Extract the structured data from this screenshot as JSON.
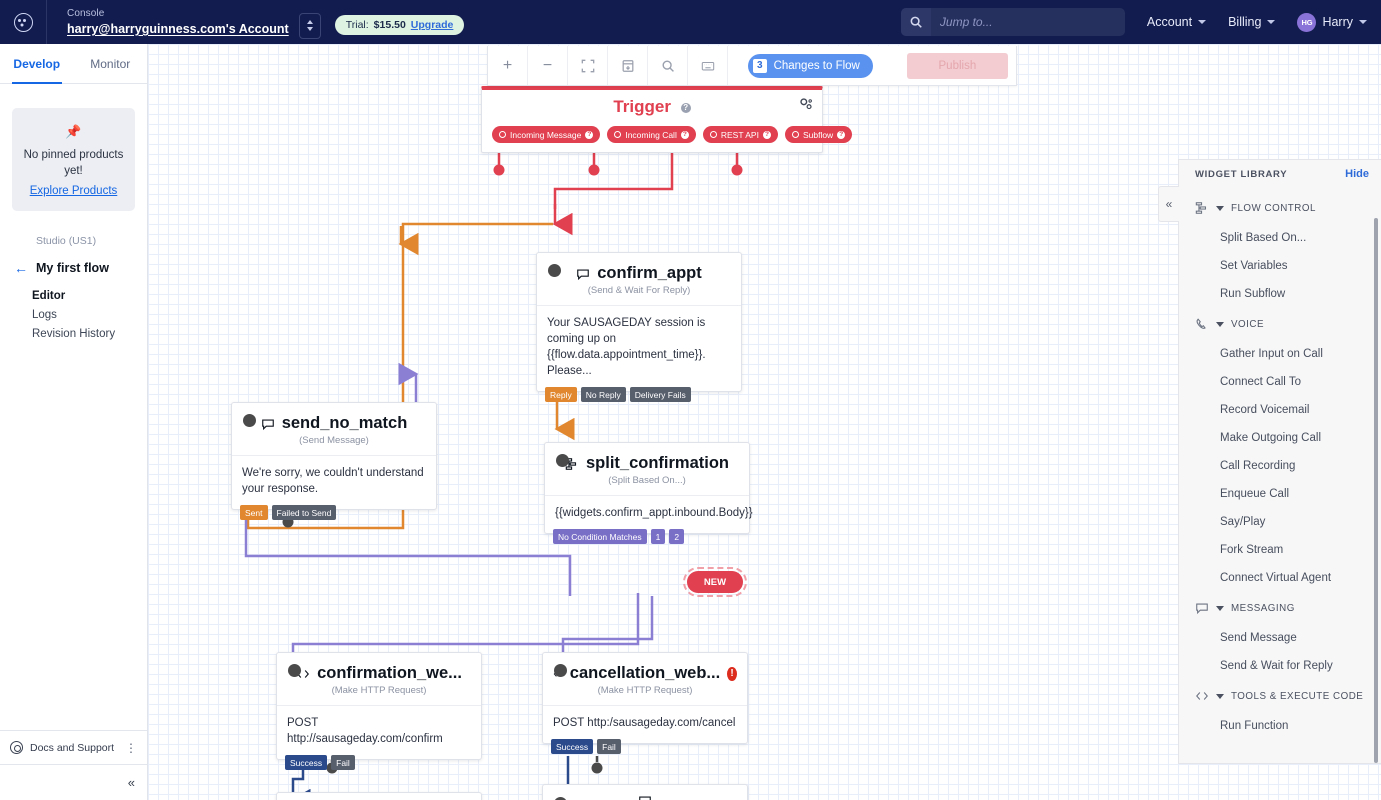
{
  "topbar": {
    "grid_icon": "app-grid-icon",
    "console_label": "Console",
    "account_name": "harry@harryguinness.com's Account",
    "trial_label": "Trial:",
    "trial_amount": "$15.50",
    "upgrade_label": "Upgrade",
    "search_placeholder": "Jump to...",
    "search_value": "",
    "menu_account": "Account",
    "menu_billing": "Billing",
    "user_initials": "HG",
    "user_name": "Harry"
  },
  "sidebar": {
    "tabs": [
      {
        "label": "Develop",
        "active": true
      },
      {
        "label": "Monitor",
        "active": false
      }
    ],
    "pinned": {
      "icon": "pin-icon",
      "text": "No pinned products yet!",
      "link": "Explore Products"
    },
    "product_label": "Studio (US1)",
    "flow_name": "My first flow",
    "links": [
      {
        "label": "Editor",
        "active": true
      },
      {
        "label": "Logs",
        "active": false
      },
      {
        "label": "Revision History",
        "active": false
      }
    ],
    "docs_label": "Docs and Support",
    "docs_menu_icon": "kebab-menu-icon",
    "collapse_icon": "chevron-double-left-icon"
  },
  "canvas_toolbar": {
    "buttons": [
      {
        "name": "zoom-in-button",
        "glyph": "+"
      },
      {
        "name": "zoom-out-button",
        "glyph": "−"
      },
      {
        "name": "fit-to-screen-button",
        "glyph": "fit"
      },
      {
        "name": "archive-button",
        "glyph": "archive"
      },
      {
        "name": "search-button",
        "glyph": "search"
      },
      {
        "name": "keyboard-shortcuts-button",
        "glyph": "keyboard"
      }
    ],
    "changes_count": "3",
    "changes_label": "Changes to Flow",
    "publish_label": "Publish"
  },
  "flow": {
    "trigger": {
      "title": "Trigger",
      "gear_icon": "gear-icon",
      "ports": [
        {
          "label": "Incoming Message"
        },
        {
          "label": "Incoming Call"
        },
        {
          "label": "REST API"
        },
        {
          "label": "Subflow"
        }
      ]
    },
    "nodes": [
      {
        "id": "confirm_appt",
        "icon": "message-icon",
        "title": "confirm_appt",
        "subtitle": "(Send & Wait For Reply)",
        "body": "Your SAUSAGEDAY session is coming up on {{flow.data.appointment_time}}. Please...",
        "ports": [
          {
            "label": "Reply",
            "color": "orange"
          },
          {
            "label": "No Reply",
            "color": "gray"
          },
          {
            "label": "Delivery Fails",
            "color": "gray"
          }
        ]
      },
      {
        "id": "send_no_match",
        "icon": "message-icon",
        "title": "send_no_match",
        "subtitle": "(Send Message)",
        "body": "We're sorry, we couldn't understand your response.",
        "ports": [
          {
            "label": "Sent",
            "color": "orange"
          },
          {
            "label": "Failed to Send",
            "color": "gray"
          }
        ]
      },
      {
        "id": "split_confirmation",
        "icon": "split-icon",
        "title": "split_confirmation",
        "subtitle": "(Split Based On...)",
        "body": "{{widgets.confirm_appt.inbound.Body}}",
        "ports": [
          {
            "label": "No Condition Matches",
            "color": "purple"
          },
          {
            "label": "1",
            "color": "purple"
          },
          {
            "label": "2",
            "color": "purple"
          }
        ],
        "new_pill": "NEW"
      },
      {
        "id": "confirmation_webhook",
        "icon": "code-icon",
        "title": "confirmation_we...",
        "subtitle": "(Make HTTP Request)",
        "body": "POST http://sausageday.com/confirm",
        "ports": [
          {
            "label": "Success",
            "color": "blue"
          },
          {
            "label": "Fail",
            "color": "gray"
          }
        ]
      },
      {
        "id": "cancellation_webhook",
        "icon": "code-icon",
        "title": "cancellation_web...",
        "subtitle": "(Make HTTP Request)",
        "body": "POST http:/sausageday.com/cancel",
        "error_icon": "error-exclamation-icon",
        "ports": [
          {
            "label": "Success",
            "color": "blue"
          },
          {
            "label": "Fail",
            "color": "gray"
          }
        ]
      }
    ],
    "wire_colors": {
      "trigger": "#e0404f",
      "reply": "#e0872f",
      "split": "#8b7fd4",
      "success": "#2b4a8c",
      "idle": "#4a4a4a"
    }
  },
  "widget_library": {
    "title": "WIDGET LIBRARY",
    "hide_label": "Hide",
    "collapse_icon": "chevron-double-left-icon",
    "groups": [
      {
        "name": "FLOW CONTROL",
        "icon": "split-icon",
        "items": [
          "Split Based On...",
          "Set Variables",
          "Run Subflow"
        ]
      },
      {
        "name": "VOICE",
        "icon": "phone-icon",
        "items": [
          "Gather Input on Call",
          "Connect Call To",
          "Record Voicemail",
          "Make Outgoing Call",
          "Call Recording",
          "Enqueue Call",
          "Say/Play",
          "Fork Stream",
          "Connect Virtual Agent"
        ]
      },
      {
        "name": "MESSAGING",
        "icon": "message-icon",
        "items": [
          "Send Message",
          "Send & Wait for Reply"
        ]
      },
      {
        "name": "TOOLS & EXECUTE CODE",
        "icon": "code-icon",
        "items": [
          "Run Function"
        ]
      }
    ]
  }
}
